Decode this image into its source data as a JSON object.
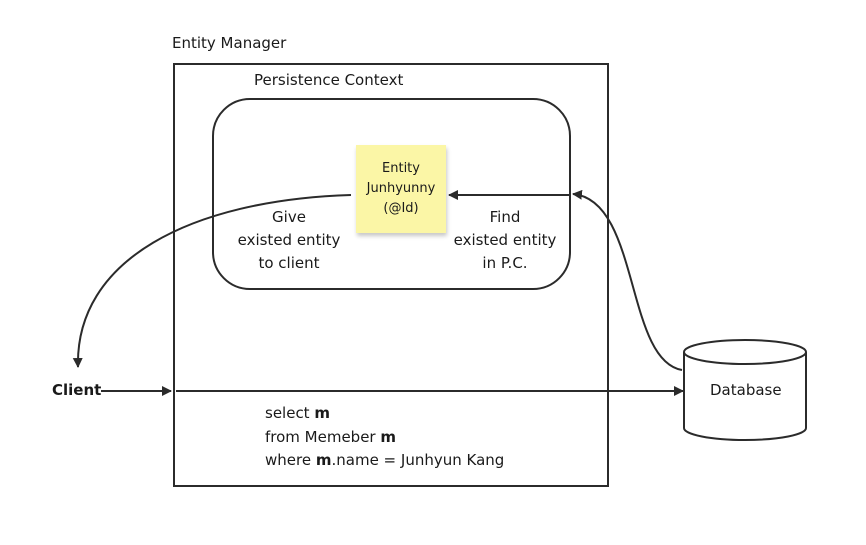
{
  "entity_manager": {
    "label": "Entity Manager"
  },
  "persistence_context": {
    "label": "Persistence Context"
  },
  "entity_note": {
    "line1": "Entity",
    "line2": "Junhyunny",
    "line3": "(@Id)"
  },
  "give": {
    "line1": "Give",
    "line2": "existed entity",
    "line3": "to client"
  },
  "find": {
    "line1": "Find",
    "line2": "existed entity",
    "line3": "in P.C."
  },
  "client": {
    "label": "Client"
  },
  "database": {
    "label": "Database"
  },
  "query": {
    "line1_prefix": "select ",
    "line1_bold": "m",
    "line2_prefix": "from Memeber ",
    "line2_bold": "m",
    "line3_bold": "m",
    "line3_suffix": ".name = Junhyun Kang"
  }
}
